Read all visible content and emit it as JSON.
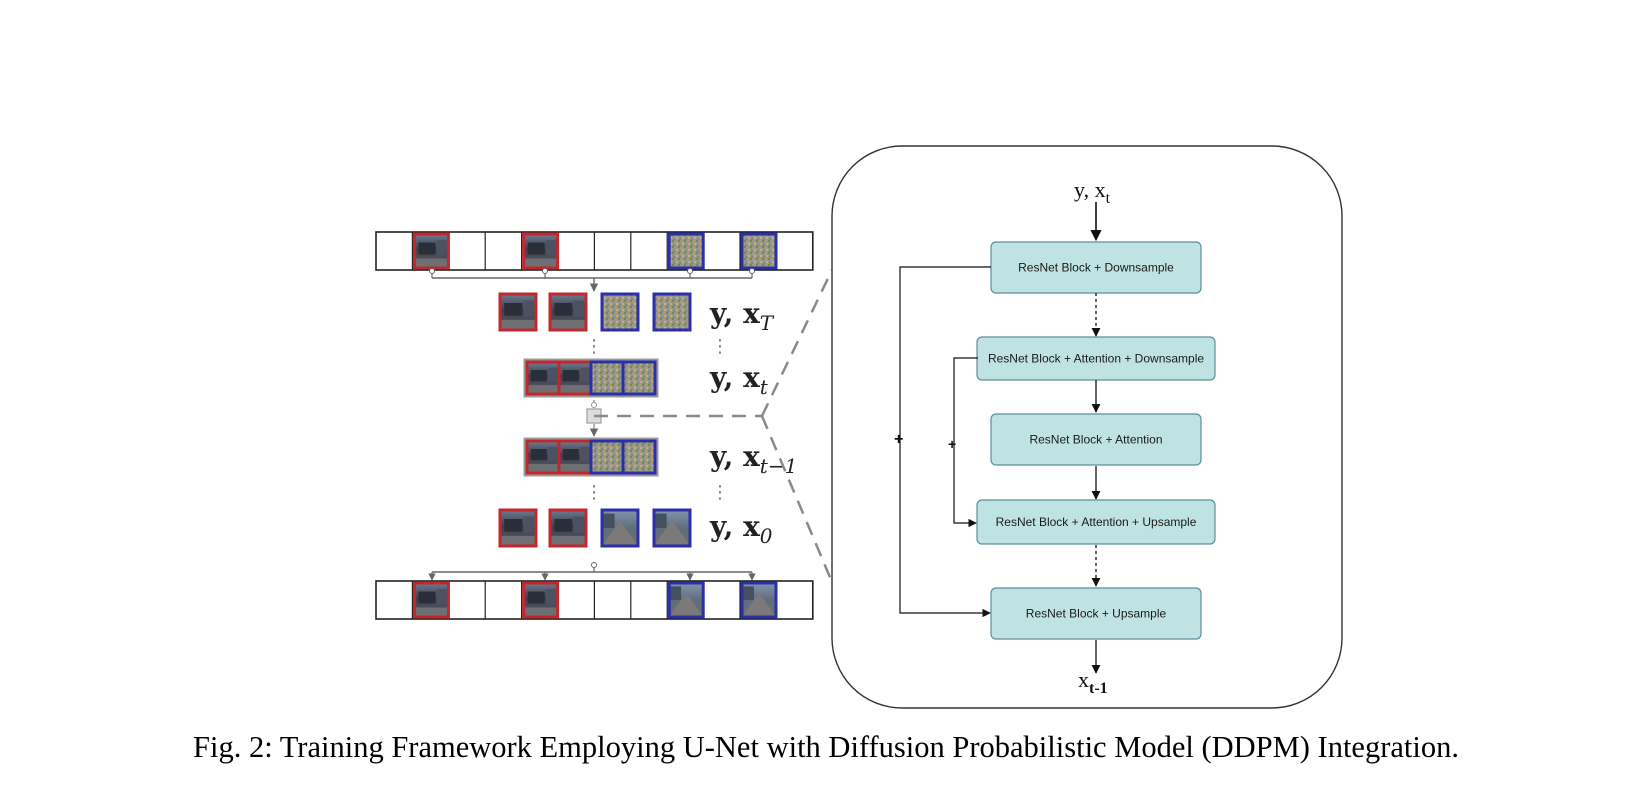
{
  "caption": "Fig. 2: Training Framework Employing U-Net with Diffusion Probabilistic Model (DDPM) Integration.",
  "left_panel": {
    "rows": [
      {
        "label_main": "y, x",
        "label_sub": "T"
      },
      {
        "label_main": "y, x",
        "label_sub": "t"
      },
      {
        "label_main": "y, x",
        "label_sub": "t−1"
      },
      {
        "label_main": "y, x",
        "label_sub": "0"
      }
    ],
    "ellipsis": "⋮",
    "colors": {
      "red_frame": "#c0282d",
      "blue_frame": "#2b2fa8",
      "grey_frame": "#9a9a9a"
    }
  },
  "unet": {
    "input_label_main": "y, x",
    "input_label_sub": "t",
    "output_label_main": "x",
    "output_label_sub": "t-1",
    "blocks": [
      "ResNet Block + Downsample",
      "ResNet Block + Attention + Downsample",
      "ResNet Block + Attention",
      "ResNet Block + Attention + Upsample",
      "ResNet Block + Upsample"
    ],
    "skip_symbol": "+",
    "colors": {
      "block_fill": "#bfe3e3",
      "block_stroke": "#5c8f99"
    }
  }
}
